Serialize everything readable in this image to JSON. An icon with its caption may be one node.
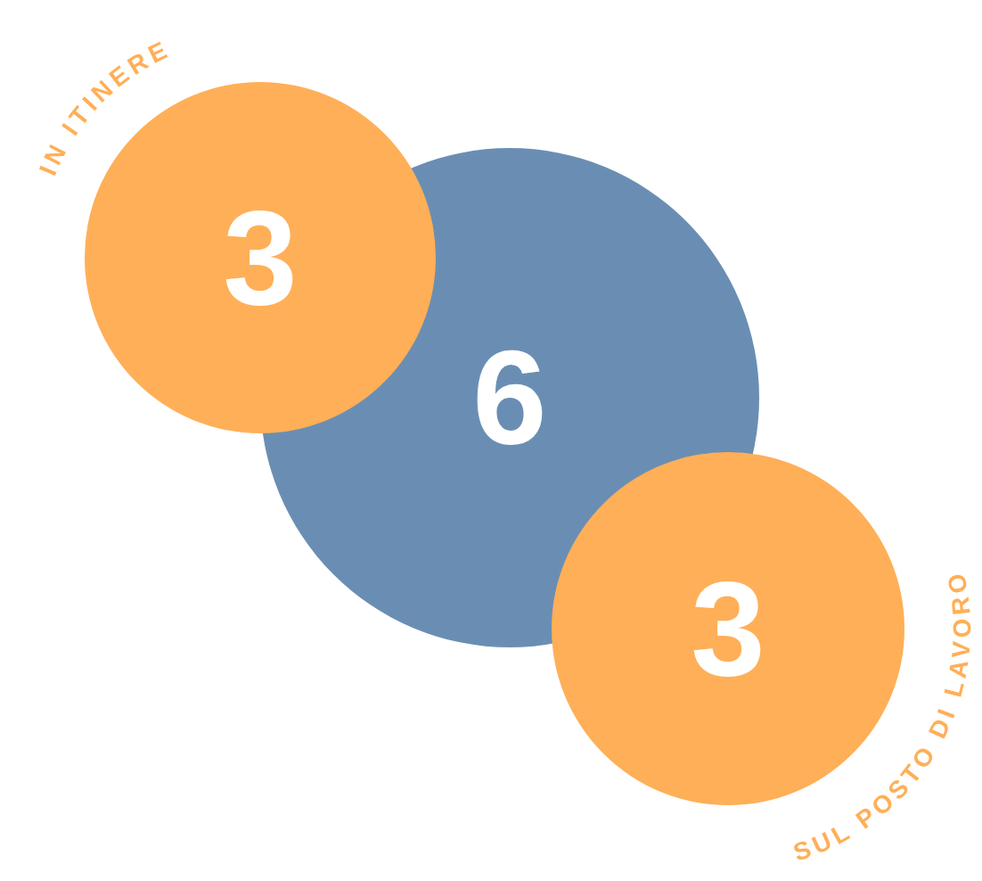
{
  "diagram": {
    "nodes": [
      {
        "text": [
          "IN ITINERE",
          "3"
        ]
      },
      {
        "text": [
          "6"
        ]
      },
      {
        "text": [
          "3",
          "SUL POSTO DI LAVORO"
        ]
      }
    ]
  }
}
